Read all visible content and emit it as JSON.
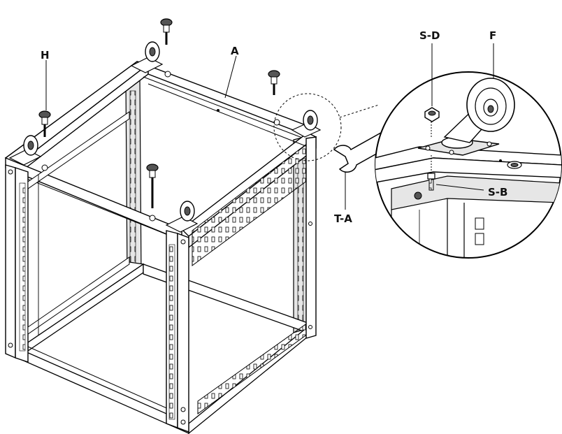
{
  "diagram": {
    "labels": {
      "H": "H",
      "A": "A",
      "S_D": "S-D",
      "F": "F",
      "S_B": "S-B",
      "T_A": "T-A"
    }
  }
}
